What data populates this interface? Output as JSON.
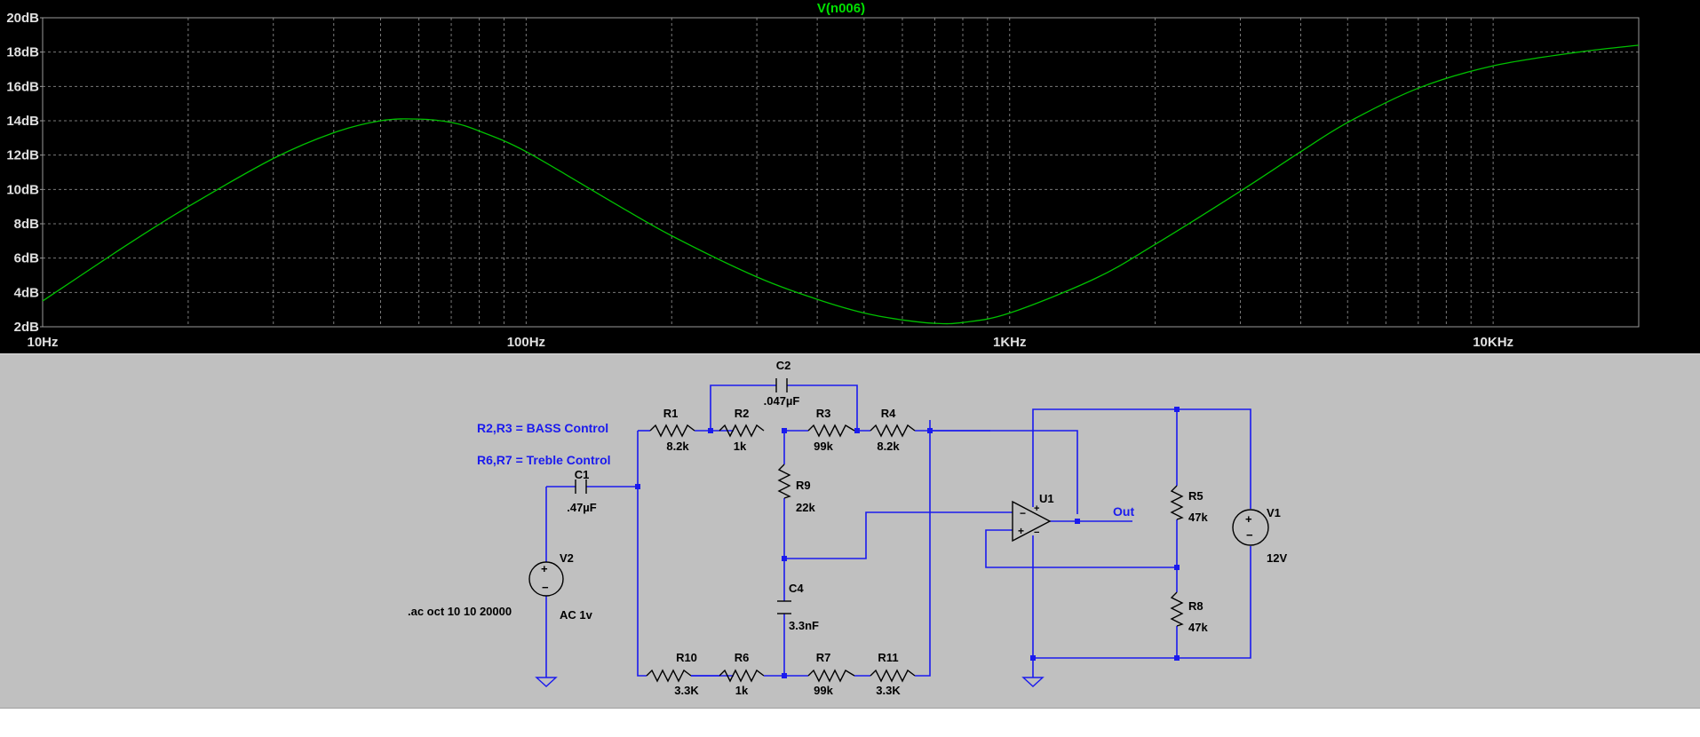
{
  "chart_data": {
    "type": "line",
    "title": "V(n006)",
    "xscale": "log",
    "xlim": [
      10,
      20000
    ],
    "ylim": [
      2,
      20
    ],
    "x_ticks": [
      {
        "value": 10,
        "label": "10Hz"
      },
      {
        "value": 100,
        "label": "100Hz"
      },
      {
        "value": 1000,
        "label": "1KHz"
      },
      {
        "value": 10000,
        "label": "10KHz"
      }
    ],
    "y_ticks": [
      {
        "value": 20,
        "label": "20dB"
      },
      {
        "value": 18,
        "label": "18dB"
      },
      {
        "value": 16,
        "label": "16dB"
      },
      {
        "value": 14,
        "label": "14dB"
      },
      {
        "value": 12,
        "label": "12dB"
      },
      {
        "value": 10,
        "label": "10dB"
      },
      {
        "value": 8,
        "label": "8dB"
      },
      {
        "value": 6,
        "label": "6dB"
      },
      {
        "value": 4,
        "label": "4dB"
      },
      {
        "value": 2,
        "label": "2dB"
      }
    ],
    "grid": true,
    "trace_color": "#00c000",
    "series": [
      {
        "name": "V(n006)",
        "x": [
          10,
          15,
          20,
          30,
          40,
          50,
          60,
          70,
          80,
          100,
          150,
          200,
          300,
          400,
          500,
          600,
          700,
          800,
          1000,
          1500,
          2000,
          3000,
          4000,
          5000,
          7000,
          10000,
          15000,
          20000
        ],
        "y": [
          3.5,
          6.8,
          9.0,
          11.8,
          13.3,
          14.0,
          14.1,
          13.9,
          13.4,
          12.2,
          9.3,
          7.3,
          4.9,
          3.6,
          2.8,
          2.4,
          2.2,
          2.25,
          2.8,
          4.8,
          6.8,
          9.9,
          12.2,
          13.9,
          15.9,
          17.2,
          18.0,
          18.4
        ]
      }
    ]
  },
  "schematic": {
    "notes": {
      "bass": "R2,R3 = BASS Control",
      "treble": "R6,R7 = Treble Control",
      "sim": ".ac oct 10 10 20000",
      "out": "Out"
    },
    "components": {
      "C1": {
        "name": "C1",
        "value": ".47µF"
      },
      "C2": {
        "name": "C2",
        "value": ".047µF"
      },
      "C4": {
        "name": "C4",
        "value": "3.3nF"
      },
      "R1": {
        "name": "R1",
        "value": "8.2k"
      },
      "R2": {
        "name": "R2",
        "value": "1k"
      },
      "R3": {
        "name": "R3",
        "value": "99k"
      },
      "R4": {
        "name": "R4",
        "value": "8.2k"
      },
      "R5": {
        "name": "R5",
        "value": "47k"
      },
      "R6": {
        "name": "R6",
        "value": "1k"
      },
      "R7": {
        "name": "R7",
        "value": "99k"
      },
      "R8": {
        "name": "R8",
        "value": "47k"
      },
      "R9": {
        "name": "R9",
        "value": "22k"
      },
      "R10": {
        "name": "R10",
        "value": "3.3K"
      },
      "R11": {
        "name": "R11",
        "value": "3.3K"
      },
      "U1": {
        "name": "U1"
      },
      "V1": {
        "name": "V1",
        "value": "12V"
      },
      "V2": {
        "name": "V2",
        "value": "AC 1v"
      }
    }
  }
}
